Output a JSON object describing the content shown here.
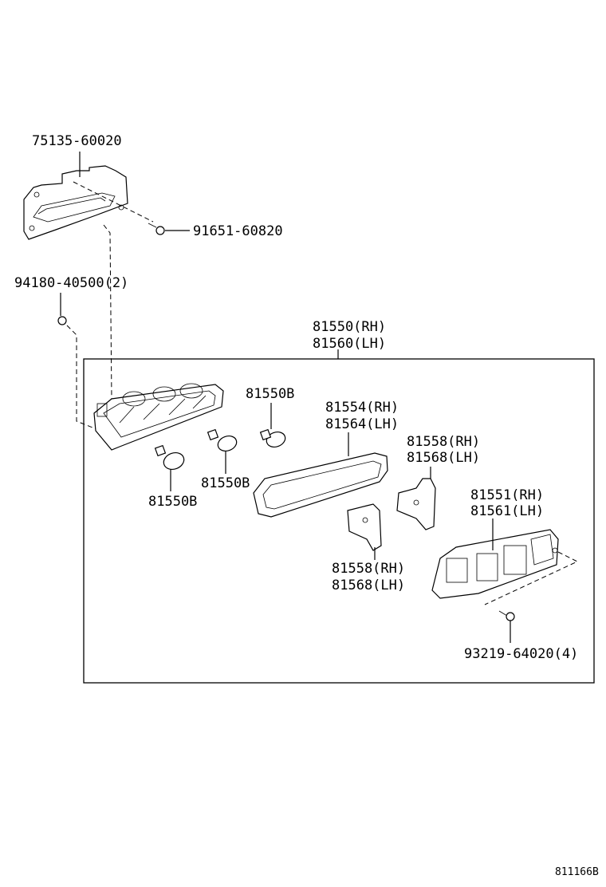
{
  "diagram": {
    "labels": {
      "bracket": "75135-60020",
      "bracket_screw": "91651-60820",
      "nut": "94180-40500(2)",
      "assy_rh": "81550(RH)",
      "assy_lh": "81560(LH)",
      "bulb_a": "81550B",
      "bulb_b": "81550B",
      "bulb_c": "81550B",
      "gasket_rh": "81554(RH)",
      "gasket_lh": "81564(LH)",
      "pad_upper_rh": "81558(RH)",
      "pad_upper_lh": "81568(LH)",
      "lens_rh": "81551(RH)",
      "lens_lh": "81561(LH)",
      "pad_lower_rh": "81558(RH)",
      "pad_lower_lh": "81568(LH)",
      "lens_screw": "93219-64020(4)",
      "figure_code": "811166B"
    }
  }
}
